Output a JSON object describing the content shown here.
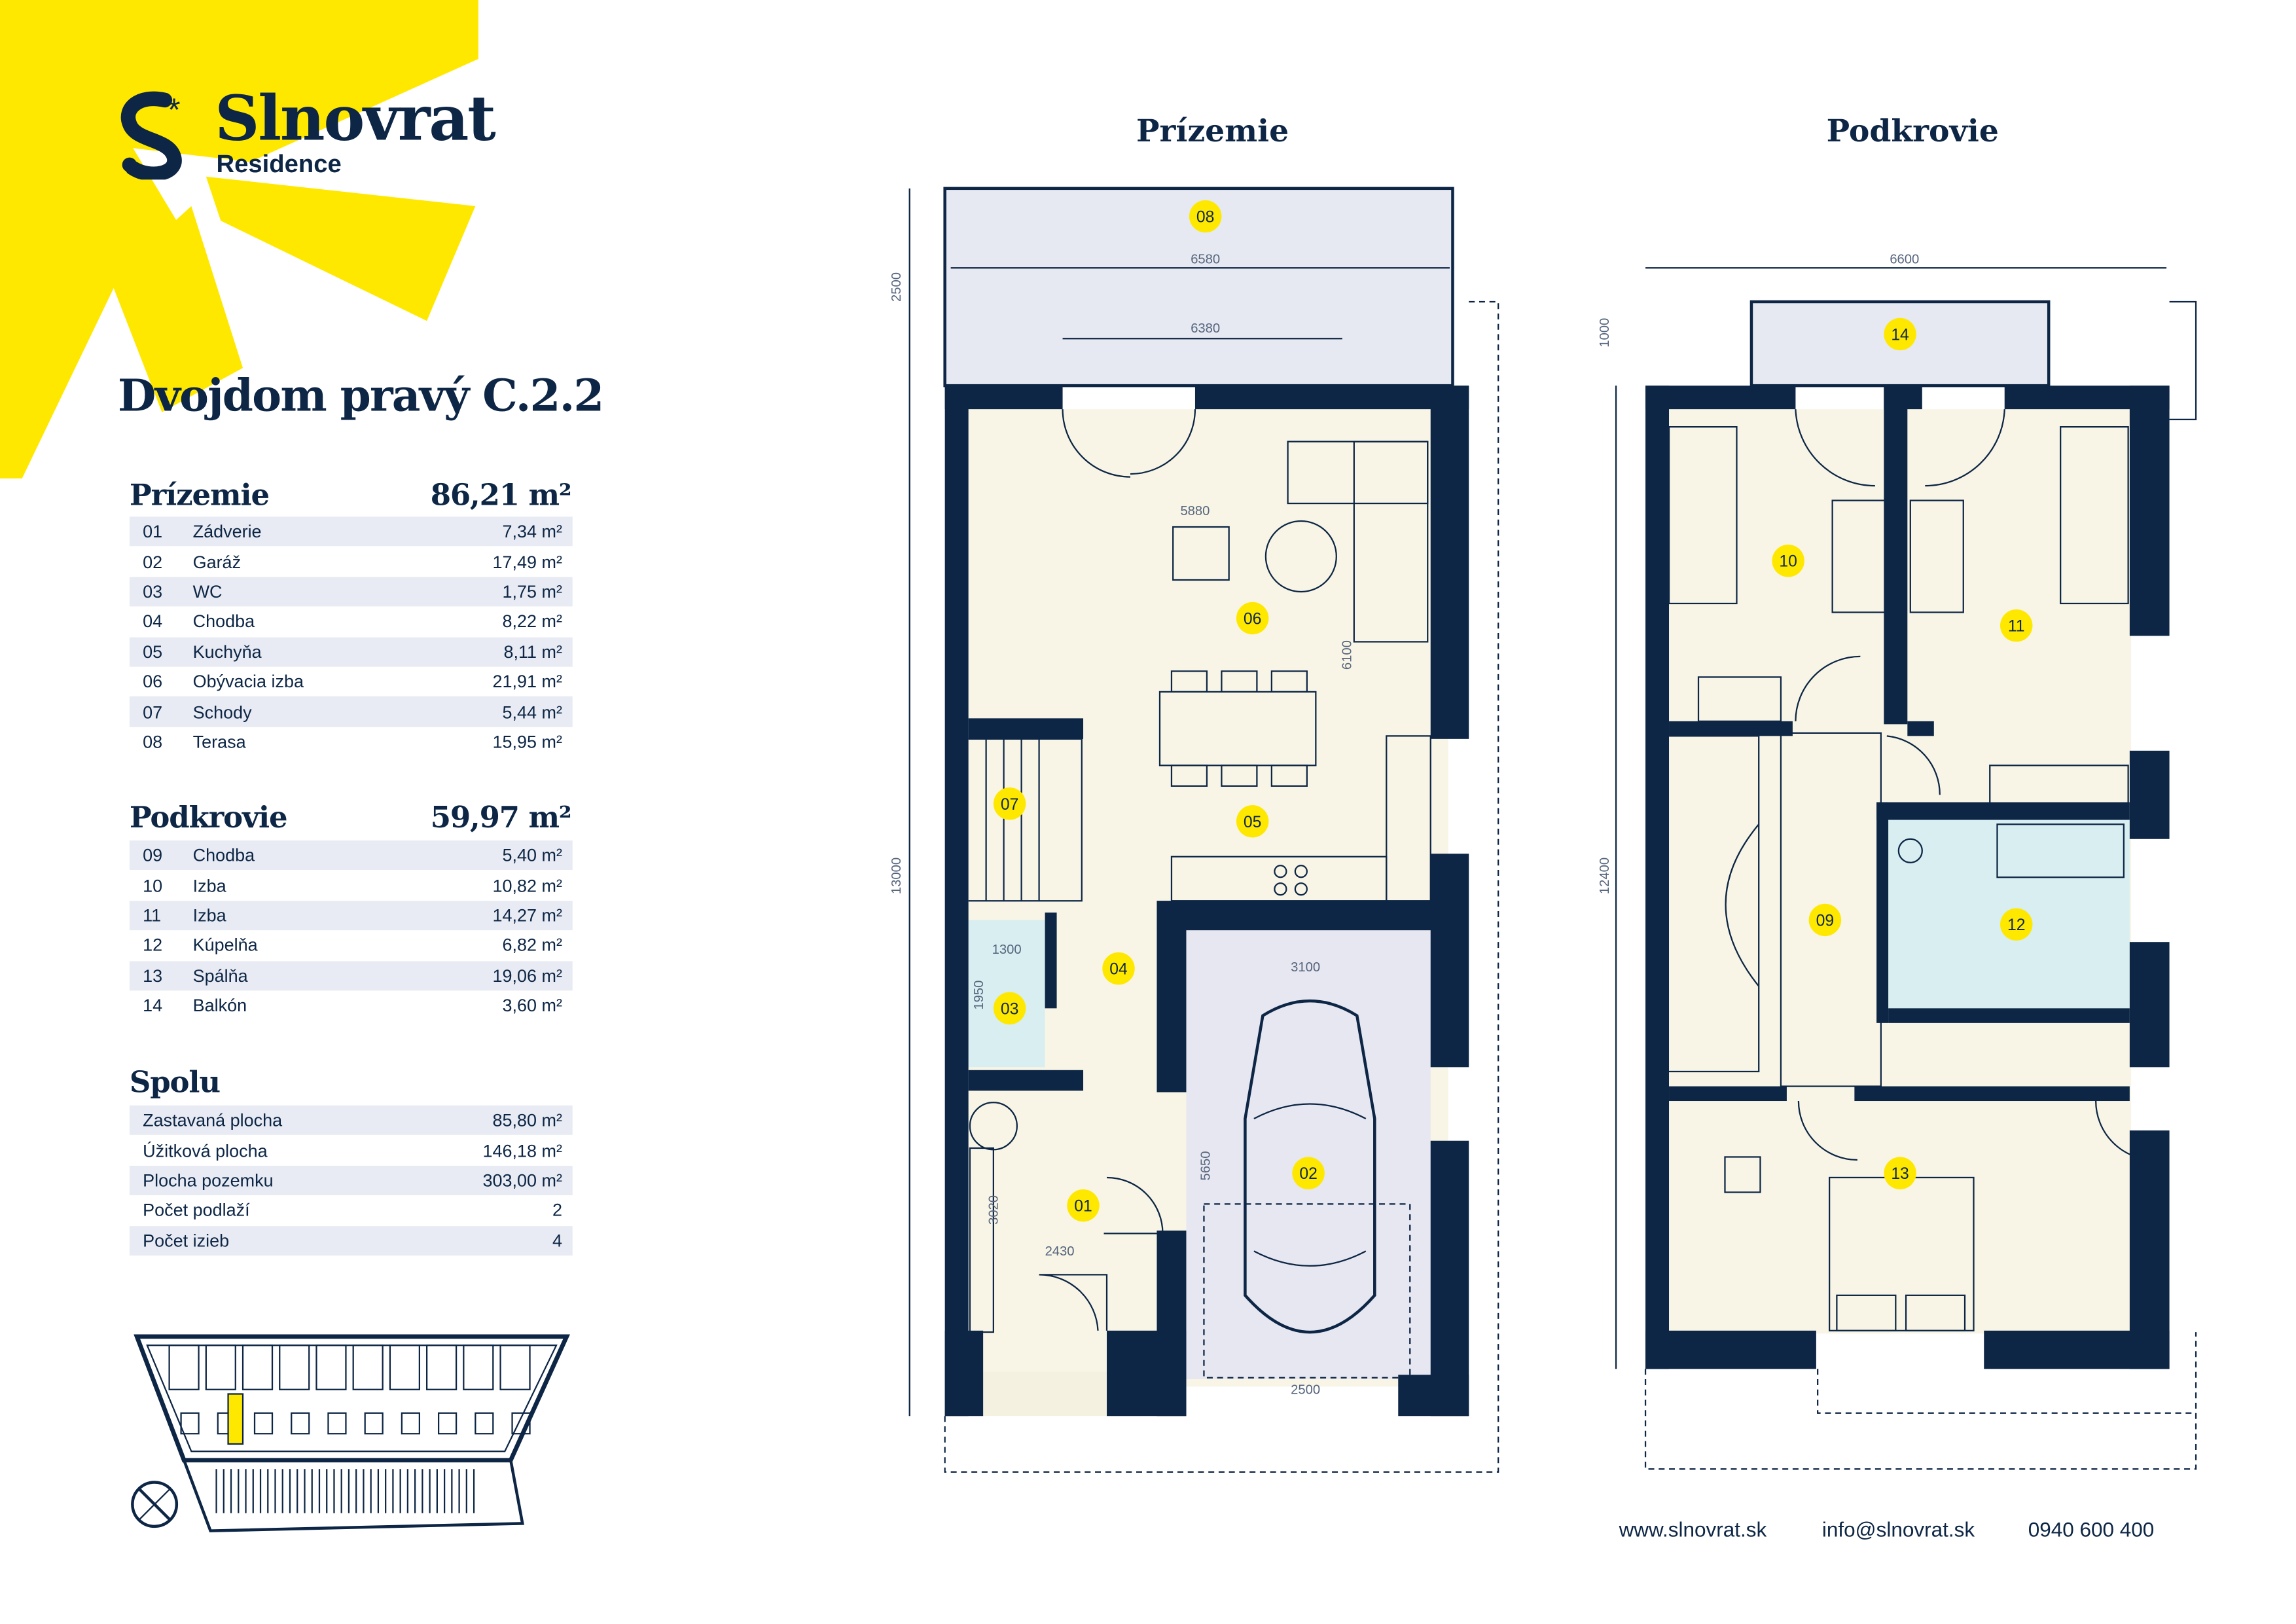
{
  "brand": {
    "name": "Slnovrat",
    "sub": "Residence",
    "yellow": "#ffe800",
    "navy": "#0d2645"
  },
  "unit_title": "Dvojdom pravý C.2.2",
  "ground": {
    "title": "Prízemie",
    "total": "86,21 m²",
    "rooms": [
      {
        "no": "01",
        "name": "Zádverie",
        "area": "7,34 m²"
      },
      {
        "no": "02",
        "name": "Garáž",
        "area": "17,49 m²"
      },
      {
        "no": "03",
        "name": "WC",
        "area": "1,75 m²"
      },
      {
        "no": "04",
        "name": "Chodba",
        "area": "8,22 m²"
      },
      {
        "no": "05",
        "name": "Kuchyňa",
        "area": "8,11 m²"
      },
      {
        "no": "06",
        "name": "Obývacia izba",
        "area": "21,91 m²"
      },
      {
        "no": "07",
        "name": "Schody",
        "area": "5,44 m²"
      },
      {
        "no": "08",
        "name": "Terasa",
        "area": "15,95 m²"
      }
    ]
  },
  "attic": {
    "title": "Podkrovie",
    "total": "59,97 m²",
    "rooms": [
      {
        "no": "09",
        "name": "Chodba",
        "area": "5,40 m²"
      },
      {
        "no": "10",
        "name": "Izba",
        "area": "10,82 m²"
      },
      {
        "no": "11",
        "name": "Izba",
        "area": "14,27 m²"
      },
      {
        "no": "12",
        "name": "Kúpelňa",
        "area": "6,82 m²"
      },
      {
        "no": "13",
        "name": "Spálňa",
        "area": "19,06 m²"
      },
      {
        "no": "14",
        "name": "Balkón",
        "area": "3,60 m²"
      }
    ]
  },
  "totals": {
    "title": "Spolu",
    "rows": [
      {
        "label": "Zastavaná plocha",
        "value": "85,80 m²"
      },
      {
        "label": "Úžitková plocha",
        "value": "146,18 m²"
      },
      {
        "label": "Plocha pozemku",
        "value": "303,00 m²"
      },
      {
        "label": "Počet podlaží",
        "value": "2"
      },
      {
        "label": "Počet izieb",
        "value": "4"
      }
    ]
  },
  "plans": {
    "ground_title": "Prízemie",
    "attic_title": "Podkrovie",
    "ground_dims": {
      "terrace_depth": "2500",
      "terrace_width": "6580",
      "terrace_inner": "6380",
      "living_width": "5880",
      "living_depth": "6100",
      "total_depth": "13000",
      "garage_width": "3100",
      "wc_depth": "1950",
      "garage_depth": "5650",
      "entry_depth": "3020",
      "entry_width": "2430",
      "garage_door": "2500",
      "wc_width": "1300"
    },
    "attic_dims": {
      "width": "6600",
      "balcony_depth": "1000",
      "depth": "12400"
    }
  },
  "contact": {
    "web": "www.slnovrat.sk",
    "email": "info@slnovrat.sk",
    "phone": "0940 600 400"
  }
}
